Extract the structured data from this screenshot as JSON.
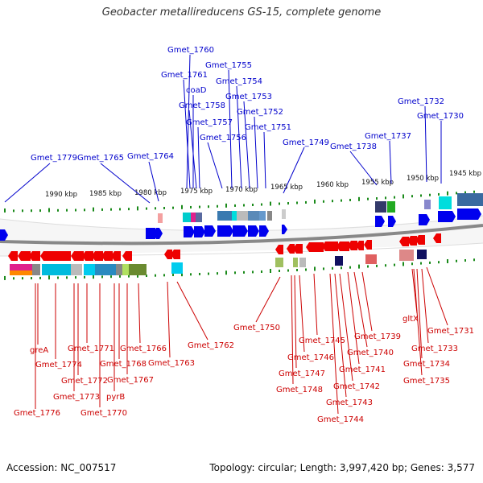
{
  "title": "Geobacter metallireducens GS-15, complete genome",
  "footer": {
    "accession": "Accession: NC_007517",
    "topology": "Topology: circular; Length: 3,997,420 bp; Genes: 3,577"
  },
  "colors": {
    "forward": "#0000ee",
    "reverse": "#ee0000",
    "forward_label": "#0000cc",
    "reverse_label": "#cc0000",
    "backbone": "#888888",
    "ticks": "#1a8a1a"
  },
  "scale_labels": [
    "1990 kbp",
    "1985 kbp",
    "1980 kbp",
    "1975 kbp",
    "1970 kbp",
    "1965 kbp",
    "1960 kbp",
    "1955 kbp",
    "1950 kbp",
    "1945 kbp"
  ],
  "forward_genes": [
    "Gmet_1779",
    "Gmet_1765",
    "Gmet_1764",
    "Gmet_1760",
    "Gmet_1761",
    "coaD",
    "Gmet_1758",
    "Gmet_1757",
    "Gmet_1756",
    "Gmet_1755",
    "Gmet_1754",
    "Gmet_1753",
    "Gmet_1752",
    "Gmet_1751",
    "Gmet_1749",
    "Gmet_1738",
    "Gmet_1737",
    "Gmet_1732",
    "Gmet_1730"
  ],
  "reverse_genes": [
    "Gmet_1776",
    "greA",
    "Gmet_1774",
    "Gmet_1773",
    "Gmet_1772",
    "Gmet_1771",
    "Gmet_1770",
    "pyrB",
    "Gmet_1768",
    "Gmet_1767",
    "Gmet_1766",
    "Gmet_1763",
    "Gmet_1762",
    "Gmet_1750",
    "Gmet_1748",
    "Gmet_1747",
    "Gmet_1746",
    "Gmet_1745",
    "Gmet_1744",
    "Gmet_1743",
    "Gmet_1742",
    "Gmet_1741",
    "Gmet_1740",
    "Gmet_1739",
    "gltX",
    "Gmet_1735",
    "Gmet_1734",
    "Gmet_1733",
    "Gmet_1731"
  ]
}
